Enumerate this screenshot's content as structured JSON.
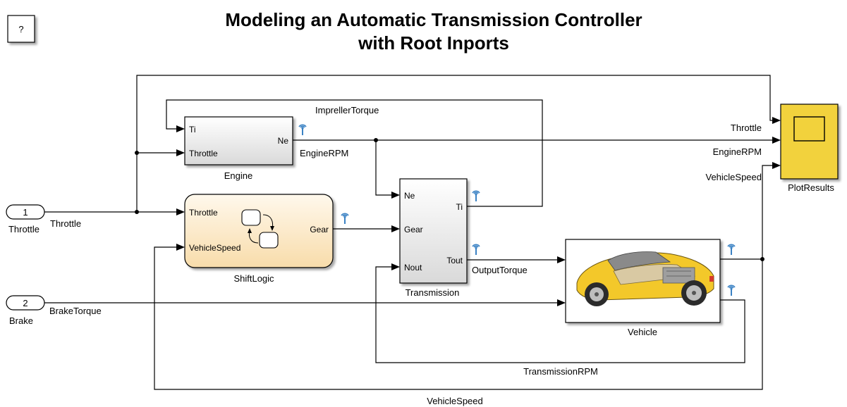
{
  "title_line1": "Modeling an Automatic Transmission Controller",
  "title_line2": "with Root Inports",
  "help_label": "?",
  "blocks": {
    "engine": {
      "name": "Engine",
      "ports": {
        "ti": "Ti",
        "throttle": "Throttle",
        "ne": "Ne"
      }
    },
    "shiftlogic": {
      "name": "ShiftLogic",
      "ports": {
        "throttle": "Throttle",
        "vehiclespeed": "VehicleSpeed",
        "gear": "Gear"
      }
    },
    "transmission": {
      "name": "Transmission",
      "ports": {
        "ne": "Ne",
        "gear": "Gear",
        "nout": "Nout",
        "ti": "Ti",
        "tout": "Tout"
      }
    },
    "vehicle": {
      "name": "Vehicle"
    },
    "plotresults": {
      "name": "PlotResults"
    },
    "inport1": {
      "number": "1",
      "name": "Throttle"
    },
    "inport2": {
      "number": "2",
      "name": "Brake"
    }
  },
  "signals": {
    "throttle": "Throttle",
    "brake_torque": "BrakeTorque",
    "impeller_torque": "ImprellerTorque",
    "engine_rpm": "EngineRPM",
    "output_torque": "OutputTorque",
    "transmission_rpm": "TransmissionRPM",
    "vehicle_speed": "VehicleSpeed",
    "scope_throttle": "Throttle",
    "scope_engine_rpm": "EngineRPM",
    "scope_vehicle_speed": "VehicleSpeed"
  },
  "colors": {
    "block_fill": "#f2f2f2",
    "stateflow_fill": "#fde9c8",
    "scope_fill": "#f2d23c",
    "logging_icon": "#3b82c4"
  }
}
